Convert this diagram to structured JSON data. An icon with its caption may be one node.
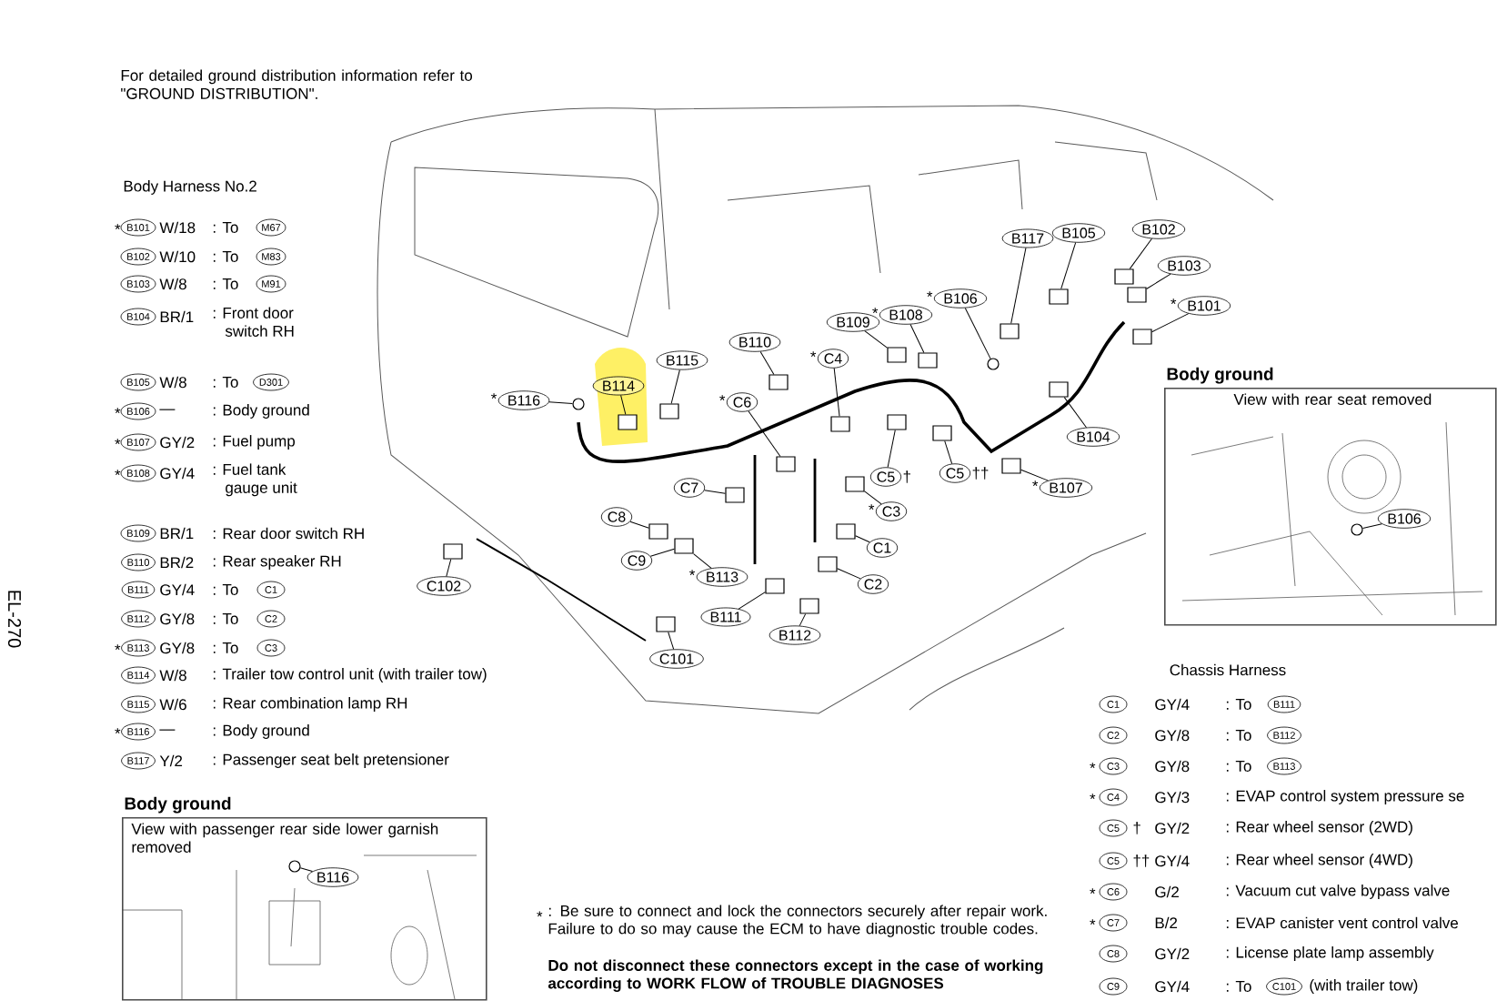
{
  "diagram": {
    "nodes": [
      {
        "text": [
          "B114"
        ]
      },
      {
        "text": [
          "B115"
        ]
      },
      {
        "text": [
          "B116"
        ],
        "beside": [
          "*"
        ]
      },
      {
        "text": [
          "B110"
        ]
      },
      {
        "text": [
          "C4"
        ],
        "beside": [
          "*"
        ]
      },
      {
        "text": [
          "C6"
        ],
        "beside": [
          "*"
        ]
      },
      {
        "text": [
          "B109"
        ]
      },
      {
        "text": [
          "B108"
        ],
        "beside": [
          "*"
        ]
      },
      {
        "text": [
          "B106"
        ],
        "beside": [
          "*"
        ]
      },
      {
        "text": [
          "B117"
        ]
      },
      {
        "text": [
          "B105"
        ]
      },
      {
        "text": [
          "B102"
        ]
      },
      {
        "text": [
          "B103"
        ]
      },
      {
        "text": [
          "B101"
        ],
        "beside": [
          "*"
        ]
      },
      {
        "text": [
          "B104"
        ]
      },
      {
        "text": [
          "B107"
        ],
        "beside": [
          "*"
        ]
      },
      {
        "text": [
          "C5"
        ],
        "beside": [
          "†"
        ]
      },
      {
        "text": [
          "C5"
        ],
        "beside": [
          "††"
        ]
      },
      {
        "text": [
          "C3"
        ],
        "beside": [
          "*"
        ]
      },
      {
        "text": [
          "C1"
        ]
      },
      {
        "text": [
          "C2"
        ]
      },
      {
        "text": [
          "C7"
        ]
      },
      {
        "text": [
          "C8"
        ]
      },
      {
        "text": [
          "C9"
        ]
      },
      {
        "text": [
          "B113"
        ],
        "beside": [
          "*"
        ]
      },
      {
        "text": [
          "B111"
        ]
      },
      {
        "text": [
          "B112"
        ]
      },
      {
        "text": [
          "C101"
        ]
      },
      {
        "text": [
          "C102"
        ]
      },
      {
        "text": [
          "Body ground",
          "View with rear seat removed"
        ]
      },
      {
        "text": [
          "B106"
        ],
        "in": 29
      },
      {
        "text": [
          "Body ground",
          "View with passenger rear side lower garnish removed"
        ]
      },
      {
        "text": [
          "B116"
        ],
        "in": 31
      },
      {
        "text": [],
        "shape": "box"
      },
      {
        "text": [],
        "shape": "circle"
      },
      {
        "text": [],
        "shape": "box"
      },
      {
        "text": [],
        "shape": "box"
      },
      {
        "text": [],
        "shape": "box"
      },
      {
        "text": [],
        "shape": "box"
      },
      {
        "text": [],
        "shape": "box"
      },
      {
        "text": [],
        "shape": "box"
      },
      {
        "text": [],
        "shape": "box"
      },
      {
        "text": [],
        "shape": "box"
      },
      {
        "text": [],
        "shape": "box"
      },
      {
        "text": [],
        "shape": "box"
      },
      {
        "text": [],
        "shape": "box"
      },
      {
        "text": [],
        "shape": "box"
      },
      {
        "text": [],
        "shape": "box"
      },
      {
        "text": [],
        "shape": "box"
      },
      {
        "text": [],
        "shape": "box"
      },
      {
        "text": [],
        "shape": "box"
      },
      {
        "text": [],
        "shape": "box"
      },
      {
        "text": [],
        "shape": "box"
      },
      {
        "text": [],
        "shape": "circle"
      },
      {
        "text": [],
        "shape": "box"
      },
      {
        "text": [],
        "shape": "box"
      },
      {
        "text": [],
        "shape": "box"
      },
      {
        "text": [],
        "shape": "box"
      },
      {
        "text": [],
        "shape": "box"
      },
      {
        "text": [],
        "shape": "box"
      },
      {
        "text": [],
        "shape": "box"
      },
      {
        "text": [],
        "shape": "circle",
        "in": 29
      },
      {
        "text": [],
        "shape": "circle",
        "in": 31
      }
    ],
    "edges": [
      {
        "from": 0,
        "to": 35,
        "arrow": "none"
      },
      {
        "from": 1,
        "to": 38,
        "arrow": "none"
      },
      {
        "from": 2,
        "to": 34,
        "arrow": "none"
      },
      {
        "from": 3,
        "to": 42,
        "arrow": "none"
      },
      {
        "from": 4,
        "to": 46,
        "arrow": "none"
      },
      {
        "from": 5,
        "to": 43,
        "arrow": "none"
      },
      {
        "from": 6,
        "to": 49,
        "arrow": "none"
      },
      {
        "from": 7,
        "to": 51,
        "arrow": "none"
      },
      {
        "from": 8,
        "to": 53,
        "arrow": "none"
      },
      {
        "from": 9,
        "to": 54,
        "arrow": "none"
      },
      {
        "from": 10,
        "to": 56,
        "arrow": "none"
      },
      {
        "from": 11,
        "to": 58,
        "arrow": "none"
      },
      {
        "from": 12,
        "to": 59,
        "arrow": "none"
      },
      {
        "from": 13,
        "to": 60,
        "arrow": "none"
      },
      {
        "from": 14,
        "to": 57,
        "arrow": "none"
      },
      {
        "from": 15,
        "to": 55,
        "arrow": "none"
      },
      {
        "from": 16,
        "to": 50,
        "arrow": "none"
      },
      {
        "from": 17,
        "to": 52,
        "arrow": "none"
      },
      {
        "from": 18,
        "to": 48,
        "arrow": "none"
      },
      {
        "from": 19,
        "to": 47,
        "arrow": "none"
      },
      {
        "from": 20,
        "to": 45,
        "arrow": "none"
      },
      {
        "from": 21,
        "to": 40,
        "arrow": "none"
      },
      {
        "from": 22,
        "to": 36,
        "arrow": "none"
      },
      {
        "from": 23,
        "to": 39,
        "arrow": "none"
      },
      {
        "from": 24,
        "to": 39,
        "arrow": "none"
      },
      {
        "from": 25,
        "to": 41,
        "arrow": "none"
      },
      {
        "from": 26,
        "to": 44,
        "arrow": "none"
      },
      {
        "from": 27,
        "to": 37,
        "arrow": "none"
      },
      {
        "from": 28,
        "to": 33,
        "arrow": "none"
      },
      {
        "from": 30,
        "to": 61,
        "arrow": "none"
      },
      {
        "from": 32,
        "to": 62,
        "arrow": "none"
      }
    ],
    "labels": [
      "For detailed ground distribution information refer to \"GROUND DISTRIBUTION\".",
      "Body Harness No.2",
      "*",
      "B101",
      "W/18",
      ": To",
      "M67",
      "B102",
      "W/10",
      ": To",
      "M83",
      "B103",
      "W/8",
      ": To",
      "M91",
      "B104",
      "BR/1",
      ": Front door switch RH",
      "B105",
      "W/8",
      ": To",
      "D301",
      "*",
      "B106",
      "—",
      ": Body ground",
      "*",
      "B107",
      "GY/2",
      ": Fuel pump",
      "*",
      "B108",
      "GY/4",
      ": Fuel tank gauge unit",
      "B109",
      "BR/1",
      ": Rear door switch RH",
      "B110",
      "BR/2",
      ": Rear speaker RH",
      "B111",
      "GY/4",
      ": To",
      "C1",
      "B112",
      "GY/8",
      ": To",
      "C2",
      "*",
      "B113",
      "GY/8",
      ": To",
      "C3",
      "B114",
      "W/8",
      ": Trailer tow control unit (with trailer tow)",
      "B115",
      "W/6",
      ": Rear combination lamp RH",
      "*",
      "B116",
      "—",
      ": Body ground",
      "B117",
      "Y/2",
      ": Passenger seat belt pretensioner",
      "Chassis Harness",
      "C1",
      "GY/4",
      ": To",
      "B111",
      "C2",
      "GY/8",
      ": To",
      "B112",
      "*",
      "C3",
      "GY/8",
      ": To",
      "B113",
      "*",
      "C4",
      "GY/3",
      ": EVAP control system pressure se",
      "C5",
      "†",
      "GY/2",
      ": Rear wheel sensor (2WD)",
      "C5",
      "††",
      "GY/4",
      ": Rear wheel sensor (4WD)",
      "*",
      "C6",
      "G/2",
      ": Vacuum cut valve bypass valve",
      "*",
      "C7",
      "B/2",
      ": EVAP canister vent control valve",
      "C8",
      "GY/2",
      ": License plate lamp assembly",
      "C9",
      "GY/4",
      ": To",
      "C101",
      "(with trailer tow)",
      "*",
      ": Be sure to connect and lock the connectors securely after repair work. Failure to do so may cause the ECM to have diagnostic trouble codes.",
      "Do not disconnect these connectors except in the case of working according to WORK FLOW of TROUBLE DIAGNOSES",
      "EL-270"
    ]
  }
}
